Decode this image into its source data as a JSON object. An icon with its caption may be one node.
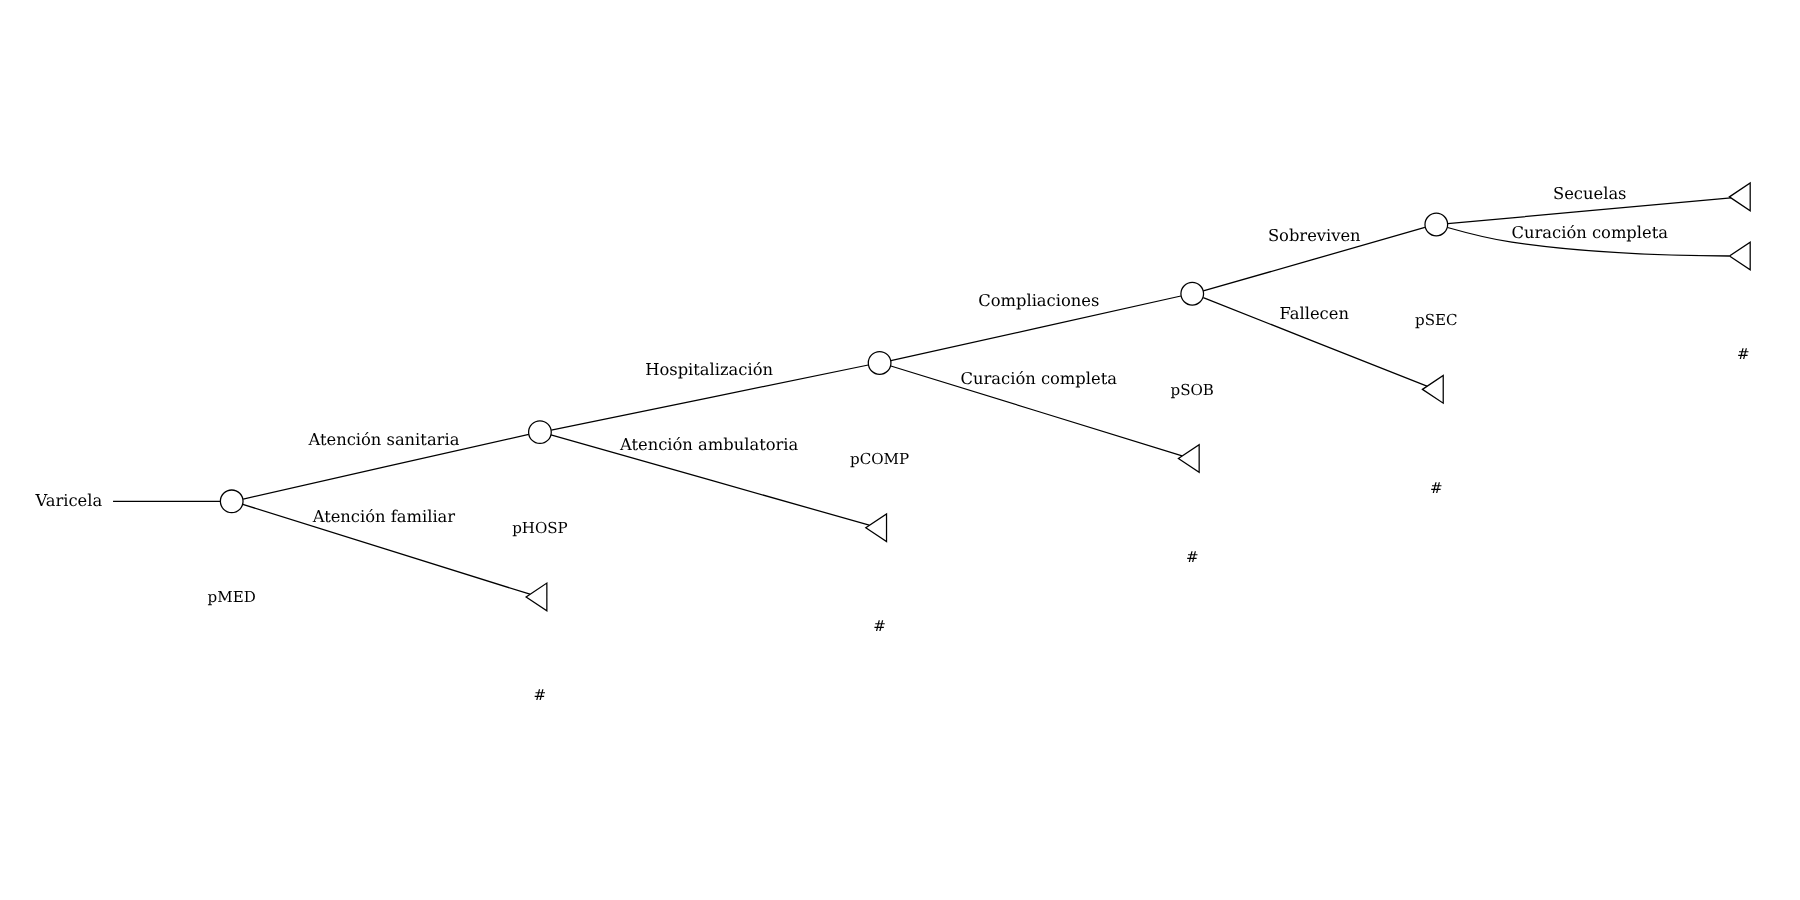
{
  "diagram": {
    "nodes": [
      {
        "text": [
          "Varicela"
        ]
      },
      {
        "text": [],
        "shape": "circle"
      },
      {
        "text": [],
        "shape": "circle"
      },
      {
        "text": [],
        "shape": "circle"
      },
      {
        "text": [],
        "shape": "circle"
      },
      {
        "text": [],
        "shape": "circle"
      },
      {
        "text": [],
        "shape": "triangle"
      },
      {
        "text": [],
        "shape": "triangle"
      },
      {
        "text": [],
        "shape": "triangle"
      },
      {
        "text": [],
        "shape": "triangle"
      },
      {
        "text": [],
        "shape": "triangle"
      },
      {
        "text": [],
        "shape": "triangle"
      }
    ],
    "edges": [
      {
        "from": 0,
        "to": 1,
        "arrow": "none"
      },
      {
        "from": 1,
        "to": 2,
        "arrow": "none",
        "label": "Atención sanitaria"
      },
      {
        "from": 1,
        "to": 11,
        "arrow": "none",
        "label": "Atención familiar"
      },
      {
        "from": 2,
        "to": 3,
        "arrow": "none",
        "label": "Hospitalización"
      },
      {
        "from": 2,
        "to": 10,
        "arrow": "none",
        "label": "Atención ambulatoria"
      },
      {
        "from": 3,
        "to": 4,
        "arrow": "none",
        "label": "Compliaciones"
      },
      {
        "from": 3,
        "to": 9,
        "arrow": "none",
        "label": "Curación completa"
      },
      {
        "from": 4,
        "to": 5,
        "arrow": "none",
        "label": "Sobreviven"
      },
      {
        "from": 4,
        "to": 8,
        "arrow": "none",
        "label": "Fallecen"
      },
      {
        "from": 5,
        "to": 6,
        "arrow": "none",
        "label": "Secuelas"
      },
      {
        "from": 5,
        "to": 7,
        "arrow": "none",
        "label": "Curación completa"
      }
    ],
    "labels": [
      "pSEC",
      "#",
      "pCOMP",
      "pSOB",
      "pHOSP",
      "#",
      "pMED",
      "#",
      "#",
      "#"
    ]
  }
}
